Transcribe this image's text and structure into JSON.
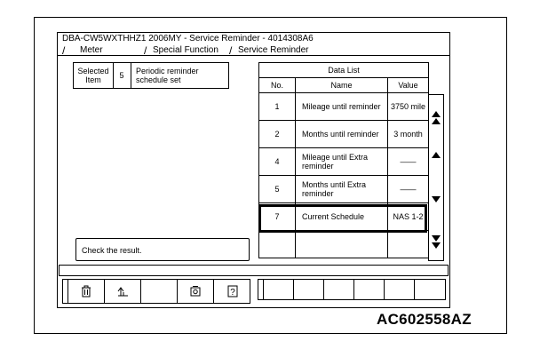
{
  "window": {
    "title": "DBA-CW5WXTHHZ1 2006MY - Service Reminder - 4014308A6"
  },
  "tabs": [
    {
      "label": "Meter"
    },
    {
      "label": "Special Function"
    },
    {
      "label": "Service Reminder"
    }
  ],
  "selected": {
    "label": "Selected Item",
    "number": "5",
    "description": "Periodic reminder schedule set"
  },
  "data_list": {
    "title": "Data List",
    "headers": {
      "no": "No.",
      "name": "Name",
      "value": "Value"
    },
    "rows": [
      {
        "no": "1",
        "name": "Mileage until reminder",
        "value": "3750 mile"
      },
      {
        "no": "2",
        "name": "Months until reminder",
        "value": "3 month"
      },
      {
        "no": "4",
        "name": "Mileage until Extra reminder",
        "value": "——"
      },
      {
        "no": "5",
        "name": "Months until Extra reminder",
        "value": "——"
      },
      {
        "no": "7",
        "name": "Current Schedule",
        "value": "NAS 1-2"
      }
    ]
  },
  "message": "Check the result.",
  "toolbar": {
    "buttons": [
      {
        "icon": "trash-icon",
        "glyph": "🗑"
      },
      {
        "icon": "return-icon",
        "glyph": "⇧"
      },
      {
        "icon": "blank",
        "glyph": ""
      },
      {
        "icon": "settings-box-icon",
        "glyph": "⚙"
      },
      {
        "icon": "help-icon",
        "glyph": "?"
      }
    ]
  },
  "figure_code": "AC602558AZ"
}
